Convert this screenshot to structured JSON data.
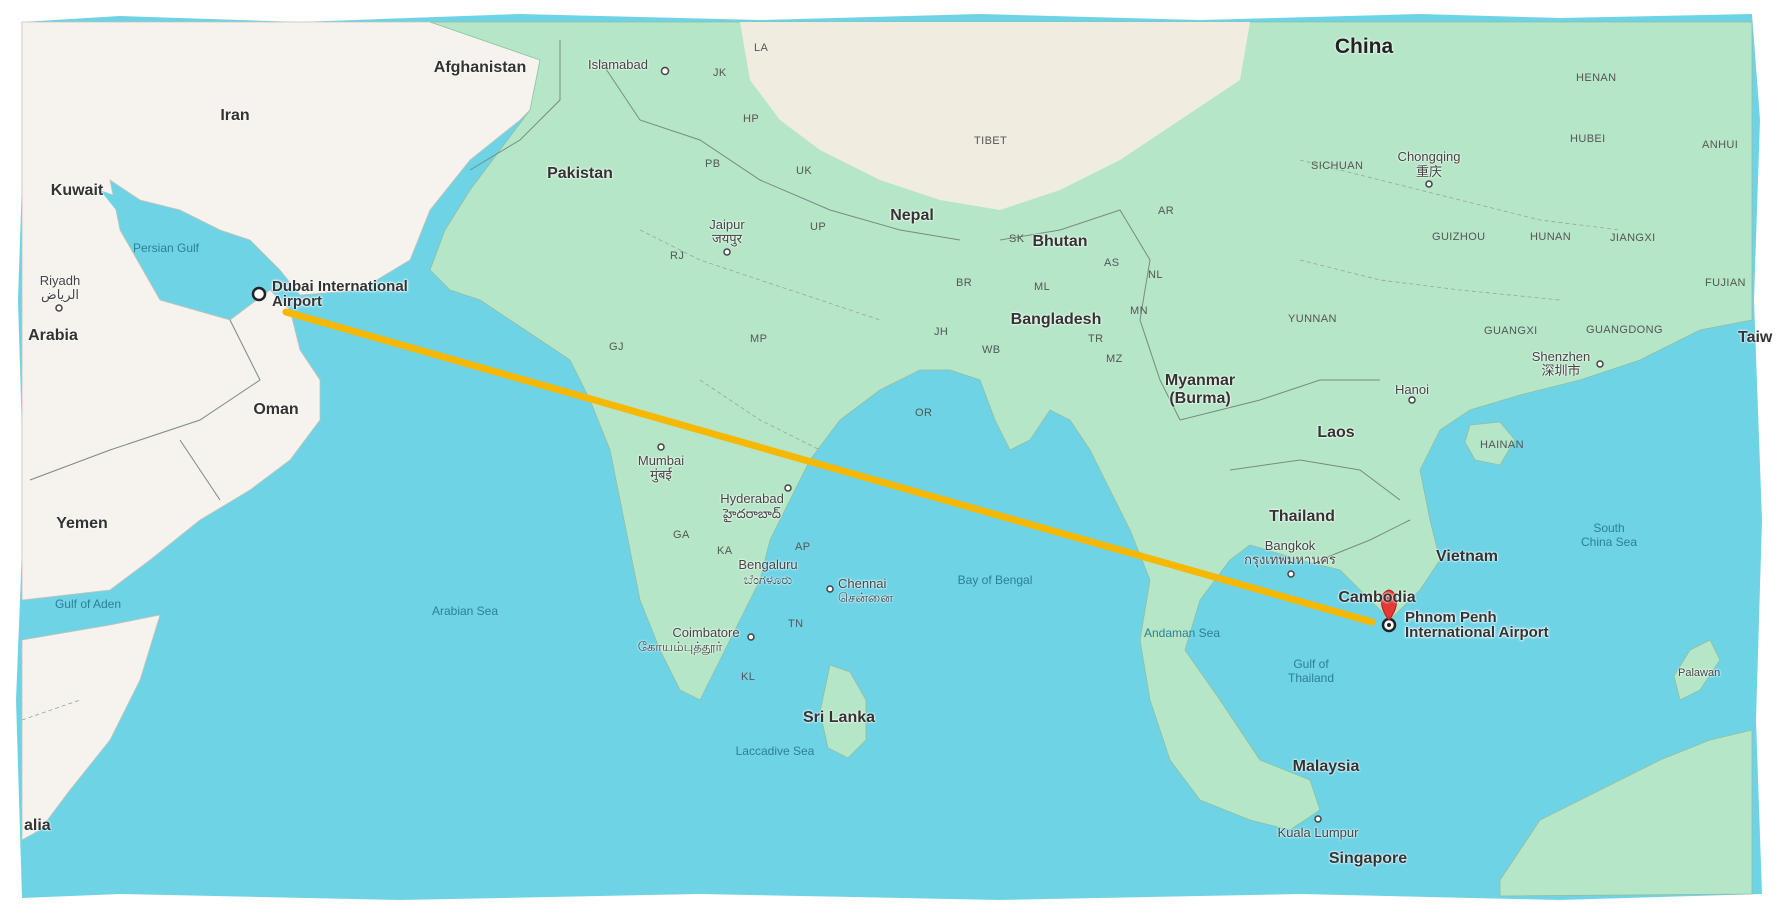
{
  "route": {
    "origin": {
      "name_line1": "Dubai International",
      "name_line2": "Airport"
    },
    "destination": {
      "name_line1": "Phnom Penh",
      "name_line2": "International Airport"
    },
    "line_color": "#f6b800",
    "marker_color": "#e53935"
  },
  "colors": {
    "water": "#6fd3e6",
    "land_green": "#b6e6c8",
    "land_green_dark": "#9ed9b3",
    "land_desert": "#f6f3ee",
    "land_tan": "#f1ece0"
  },
  "labels": {
    "countries": {
      "china": "China",
      "afghanistan": "Afghanistan",
      "iran": "Iran",
      "pakistan": "Pakistan",
      "kuwait": "Kuwait",
      "arabia": "Arabia",
      "oman": "Oman",
      "yemen": "Yemen",
      "nepal": "Nepal",
      "bhutan": "Bhutan",
      "bangladesh": "Bangladesh",
      "myanmar_line1": "Myanmar",
      "myanmar_line2": "(Burma)",
      "laos": "Laos",
      "thailand": "Thailand",
      "vietnam": "Vietnam",
      "cambodia": "Cambodia",
      "sri_lanka": "Sri Lanka",
      "malaysia": "Malaysia",
      "singapore": "Singapore",
      "somalia_partial": "alia",
      "taiwan_partial": "Taiw"
    },
    "cities": {
      "islamabad": "Islamabad",
      "riyadh": "Riyadh",
      "riyadh_native": "الرياض",
      "jaipur": "Jaipur",
      "jaipur_native": "जयपुर",
      "mumbai": "Mumbai",
      "mumbai_native": "मुंबई",
      "hyderabad": "Hyderabad",
      "hyderabad_native": "హైదరాబాద్",
      "bengaluru": "Bengaluru",
      "bengaluru_native": "ಬೆಂಗಳೂರು",
      "chennai": "Chennai",
      "chennai_native": "சென்னை",
      "coimbatore": "Coimbatore",
      "coimbatore_native": "கோயம்புத்தூர்",
      "chongqing": "Chongqing",
      "chongqing_native": "重庆",
      "shenzhen": "Shenzhen",
      "shenzhen_native": "深圳市",
      "hanoi": "Hanoi",
      "bangkok": "Bangkok",
      "bangkok_native": "กรุงเทพมหานคร",
      "kuala_lumpur": "Kuala Lumpur",
      "palawan": "Palawan"
    },
    "regions": {
      "la": "LA",
      "jk": "JK",
      "hp": "HP",
      "pb": "PB",
      "uk": "UK",
      "up": "UP",
      "rj": "RJ",
      "gj": "GJ",
      "mp": "MP",
      "br": "BR",
      "jh": "JH",
      "wb": "WB",
      "or": "OR",
      "ga": "GA",
      "ka": "KA",
      "ap": "AP",
      "tn": "TN",
      "kl": "KL",
      "sk": "SK",
      "as": "AS",
      "ar": "AR",
      "nl": "NL",
      "ml": "ML",
      "mn": "MN",
      "tr": "TR",
      "mz": "MZ",
      "tibet": "TIBET",
      "sichuan": "SICHUAN",
      "yunnan": "YUNNAN",
      "guizhou": "GUIZHOU",
      "hunan": "HUNAN",
      "jiangxi": "JIANGXI",
      "fujian": "FUJIAN",
      "guangxi": "GUANGXI",
      "guangdong": "GUANGDONG",
      "henan": "HENAN",
      "hubei": "HUBEI",
      "anhui": "ANHUI",
      "hainan": "HAINAN"
    },
    "seas": {
      "persian_gulf": "Persian Gulf",
      "gulf_of_aden": "Gulf of Aden",
      "arabian_sea": "Arabian Sea",
      "bay_of_bengal": "Bay of Bengal",
      "andaman_sea": "Andaman Sea",
      "laccadive_sea": "Laccadive Sea",
      "gulf_of_thailand_line1": "Gulf of",
      "gulf_of_thailand_line2": "Thailand",
      "south_china_sea_line1": "South",
      "south_china_sea_line2": "China Sea"
    }
  }
}
